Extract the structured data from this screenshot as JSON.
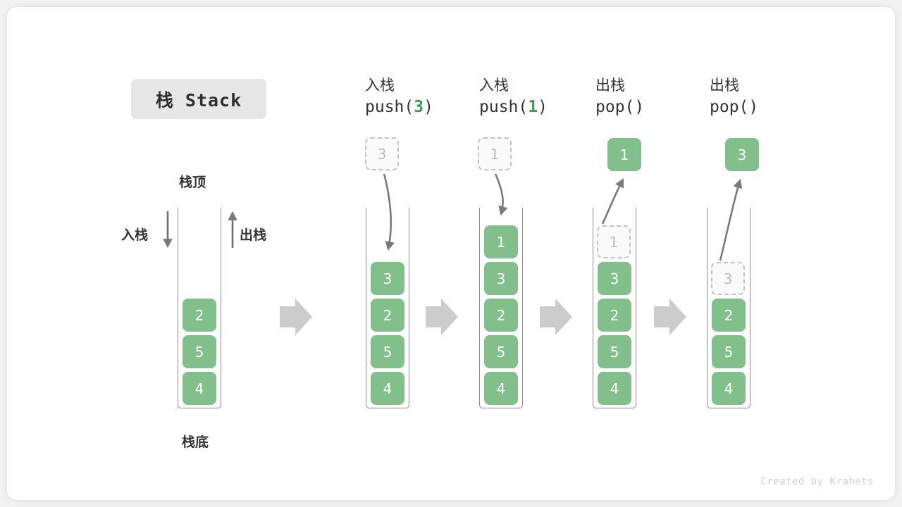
{
  "title": {
    "badge": "栈 Stack"
  },
  "labels": {
    "top": "栈顶",
    "bottom": "栈底",
    "push_side": "入栈",
    "pop_side": "出栈"
  },
  "watermark": "Created by Krahets",
  "colors": {
    "box_fill": "#81bf8b",
    "box_text": "#ffffff",
    "ghost_border": "#c3c3c3",
    "ghost_text": "#bcbcbc",
    "arg_green": "#3f9e4d",
    "arrow_gray": "#7a7a7a",
    "flow_gray": "#cccccc",
    "badge_bg": "#e7e7e7",
    "card_bg": "#ffffff",
    "page_bg": "#f2f2f2"
  },
  "steps": [
    {
      "id": "initial",
      "header_cn": "",
      "header_code": "",
      "header_arg": "",
      "stack": [
        {
          "value": "2",
          "state": "solid"
        },
        {
          "value": "5",
          "state": "solid"
        },
        {
          "value": "4",
          "state": "solid"
        }
      ],
      "floating": null
    },
    {
      "id": "push-3",
      "header_cn": "入栈",
      "header_code_prefix": "push(",
      "header_arg": "3",
      "header_code_suffix": ")",
      "stack": [
        {
          "value": "3",
          "state": "solid"
        },
        {
          "value": "2",
          "state": "solid"
        },
        {
          "value": "5",
          "state": "solid"
        },
        {
          "value": "4",
          "state": "solid"
        }
      ],
      "floating": {
        "value": "3",
        "state": "ghost"
      }
    },
    {
      "id": "push-1",
      "header_cn": "入栈",
      "header_code_prefix": "push(",
      "header_arg": "1",
      "header_code_suffix": ")",
      "stack": [
        {
          "value": "1",
          "state": "solid"
        },
        {
          "value": "3",
          "state": "solid"
        },
        {
          "value": "2",
          "state": "solid"
        },
        {
          "value": "5",
          "state": "solid"
        },
        {
          "value": "4",
          "state": "solid"
        }
      ],
      "floating": {
        "value": "1",
        "state": "ghost"
      }
    },
    {
      "id": "pop-1",
      "header_cn": "出栈",
      "header_code_prefix": "pop(",
      "header_arg": "",
      "header_code_suffix": ")",
      "stack": [
        {
          "value": "1",
          "state": "ghost"
        },
        {
          "value": "3",
          "state": "solid"
        },
        {
          "value": "2",
          "state": "solid"
        },
        {
          "value": "5",
          "state": "solid"
        },
        {
          "value": "4",
          "state": "solid"
        }
      ],
      "floating": {
        "value": "1",
        "state": "solid"
      }
    },
    {
      "id": "pop-2",
      "header_cn": "出栈",
      "header_code_prefix": "pop(",
      "header_arg": "",
      "header_code_suffix": ")",
      "stack": [
        {
          "value": "3",
          "state": "ghost"
        },
        {
          "value": "2",
          "state": "solid"
        },
        {
          "value": "5",
          "state": "solid"
        },
        {
          "value": "4",
          "state": "solid"
        }
      ],
      "floating": {
        "value": "3",
        "state": "solid"
      }
    }
  ]
}
